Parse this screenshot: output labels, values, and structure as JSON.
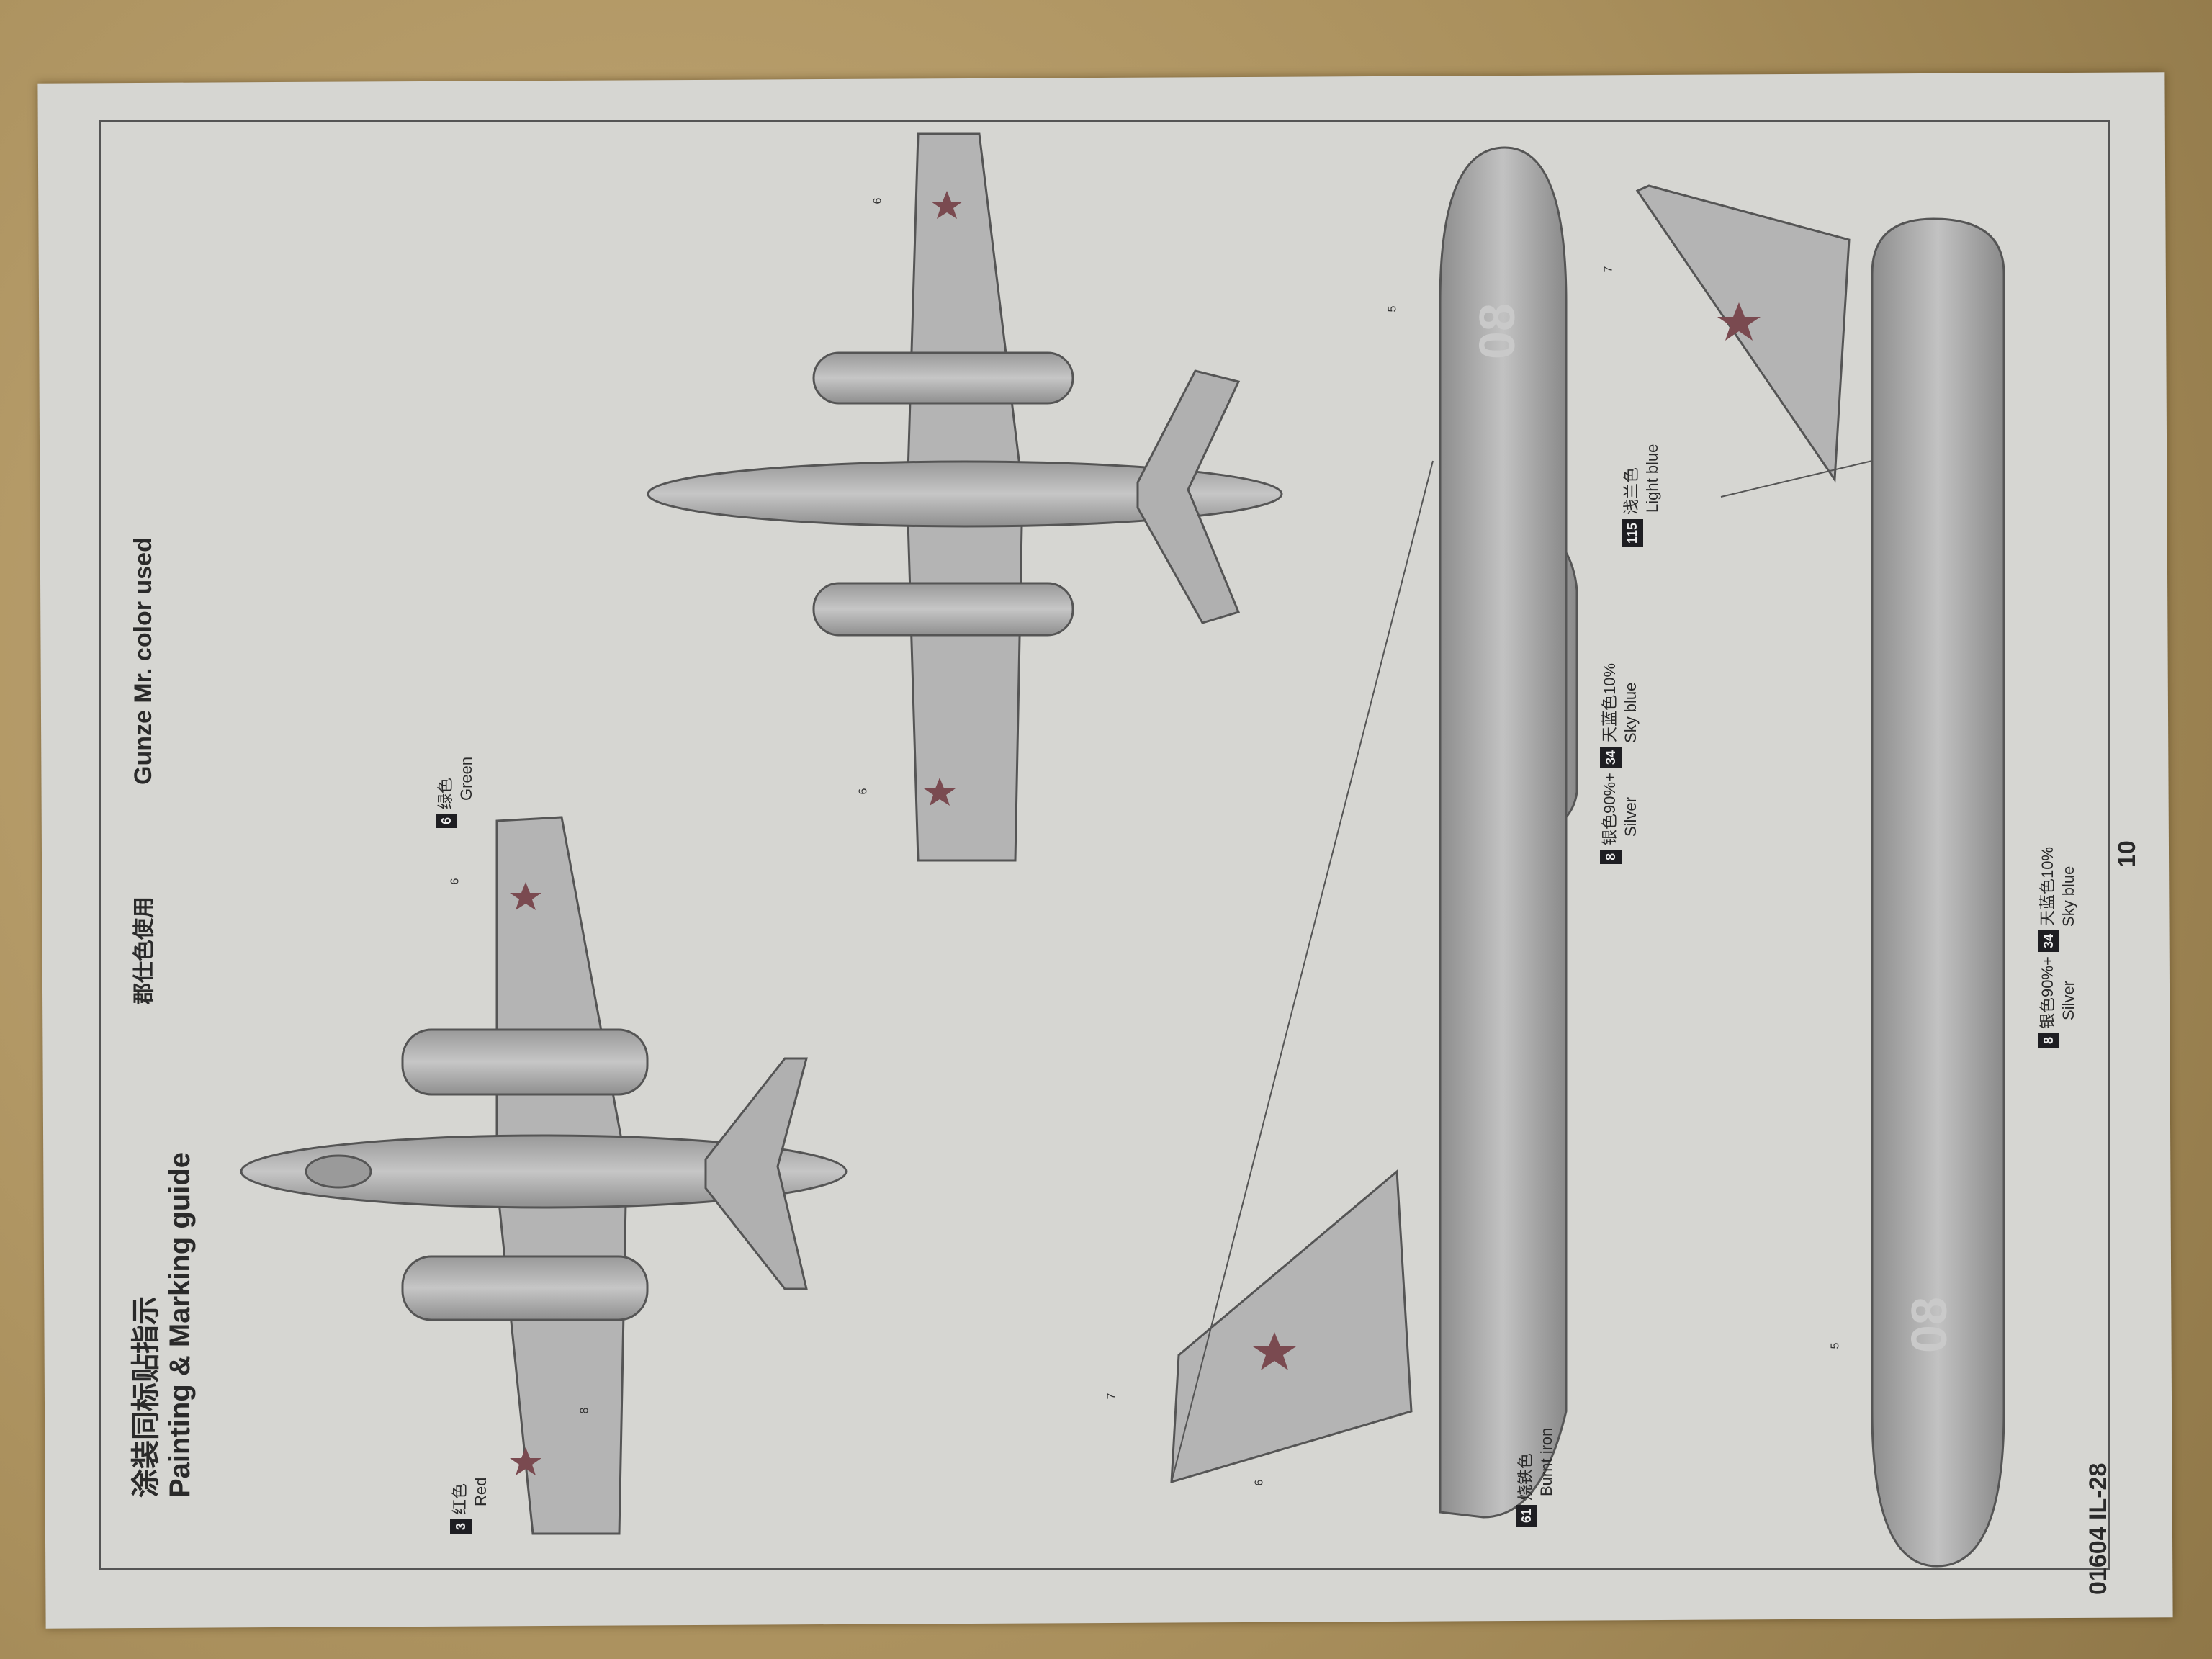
{
  "header": {
    "title_cn": "涂装同标贴指示",
    "title_en": "Painting & Marking guide",
    "colors_cn": "郡仕色使用",
    "colors_en": "Gunze Mr. color used"
  },
  "footer": {
    "kit": "01604  IL-28",
    "page": "10"
  },
  "callouts": {
    "red": {
      "code": "3",
      "cn": "红色",
      "en": "Red"
    },
    "green": {
      "code": "6",
      "cn": "绿色",
      "en": "Green"
    },
    "silver_sky_1": {
      "code1": "8",
      "cn1": "银色90%+",
      "code2": "34",
      "cn2": "天蓝色10%",
      "en1": "Silver",
      "en2": "Sky blue"
    },
    "light_blue": {
      "code": "115",
      "cn": "浅兰色",
      "en": "Light blue"
    },
    "burnt_iron": {
      "code": "61",
      "cn": "烧铁色",
      "en": "Burnt iron"
    },
    "silver_sky_2": {
      "code1": "8",
      "cn1": "银色90%+",
      "code2": "34",
      "cn2": "天蓝色10%",
      "en1": "Silver",
      "en2": "Sky blue"
    }
  },
  "part_numbers": [
    "6",
    "8",
    "6",
    "6",
    "5",
    "7",
    "6",
    "7",
    "5"
  ],
  "markings": {
    "tail_code": "08"
  },
  "colors": {
    "paper": "#d6d6d2",
    "aircraft": "#a9a9a9",
    "badge": "#1e1e22",
    "star": "#7a4a50"
  }
}
